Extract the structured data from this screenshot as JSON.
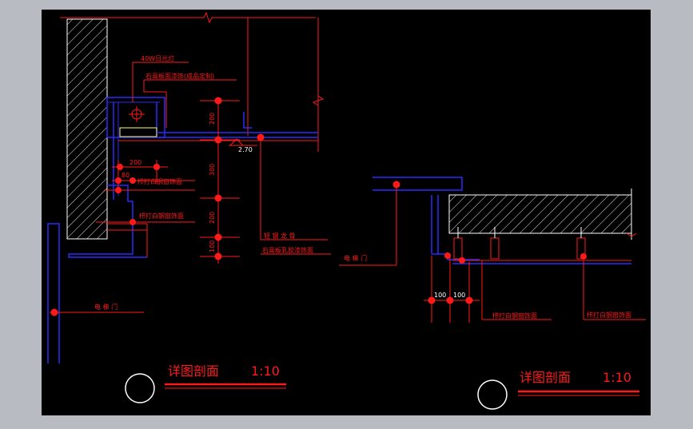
{
  "colors": {
    "frame": "#b9bbc3",
    "canvas": "#000000",
    "red": "#ff1a1a",
    "blue": "#2a2aff",
    "white": "#ffffff",
    "hatch": "#ffffff"
  },
  "left_detail": {
    "labels": {
      "lamp": "40W日光灯",
      "gypsum_board": "石膏板面漆饰(成品定制)",
      "wood_trim_1": "栉打白钢窗饰面",
      "wood_trim_2": "栉打白钢窗饰面",
      "light_keel": "轻 钢 龙 骨",
      "gypsum_finish": "石膏板乳胶漆饰面",
      "elevator_door_1": "电 梯 门",
      "elevator_door_2": "电 梯 门",
      "elevation": "2.70"
    },
    "dims": {
      "h_200": "200",
      "h_80": "80",
      "v_200_top": "200",
      "v_300": "300",
      "v_200_mid": "200",
      "v_100": "100"
    },
    "title": "详图剖面",
    "scale": "1:10"
  },
  "right_detail": {
    "labels": {
      "wood_trim_a": "栉打白钢窗饰面",
      "wood_trim_b": "栉打白钢窗饰面"
    },
    "dims": {
      "d_100_a": "100",
      "d_100_b": "100"
    },
    "title": "详图剖面",
    "scale": "1:10"
  }
}
